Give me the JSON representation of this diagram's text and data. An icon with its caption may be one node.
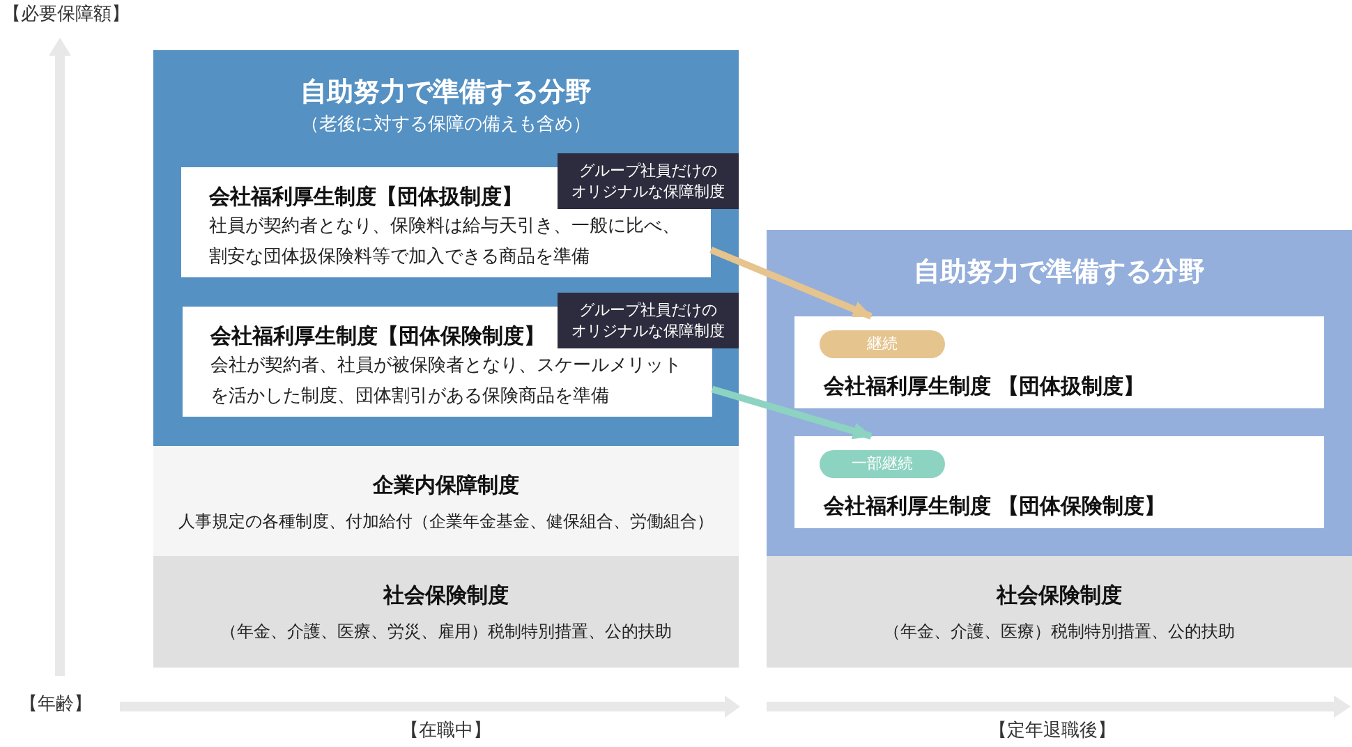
{
  "diagram": {
    "nodes": [
      {
        "text": [
          "自助努力で準備する分野",
          "（老後に対する保障の備えも含め）"
        ]
      },
      {
        "text": [
          "会社福利厚生制度【団体扱制度】",
          "社員が契約者となり、保険料は給与天引き、一般に比べ、割安な団体扱保険料等で加入できる商品を準備"
        ],
        "in": 0
      },
      {
        "text": [
          "グループ社員だけのオリジナルな保障制度"
        ],
        "in": 0
      },
      {
        "text": [
          "会社福利厚生制度【団体保険制度】",
          "会社が契約者、社員が被保険者となり、スケールメリットを活かした制度、団体割引がある保険商品を準備"
        ],
        "in": 0
      },
      {
        "text": [
          "グループ社員だけのオリジナルな保障制度"
        ],
        "in": 0
      },
      {
        "text": [
          "企業内保障制度",
          "人事規定の各種制度、付加給付（企業年金基金、健保組合、労働組合）"
        ]
      },
      {
        "text": [
          "社会保険制度",
          "（年金、介護、医療、労災、雇用）税制特別措置、公的扶助"
        ]
      },
      {
        "text": [
          "自助努力で準備する分野"
        ]
      },
      {
        "text": [
          "会社福利厚生制度 【団体扱制度】"
        ],
        "in": 7
      },
      {
        "text": [
          "継続"
        ],
        "in": 8
      },
      {
        "text": [
          "会社福利厚生制度 【団体保険制度】"
        ],
        "in": 7
      },
      {
        "text": [
          "一部継続"
        ],
        "in": 10
      },
      {
        "text": [
          "社会保険制度",
          "（年金、介護、医療）税制特別措置、公的扶助"
        ]
      }
    ],
    "edges": [
      {
        "from": 1,
        "to": 8,
        "arrow": "to",
        "color": "#e6c48d"
      },
      {
        "from": 3,
        "to": 10,
        "arrow": "to",
        "color": "#8dd3c1"
      }
    ],
    "labels": [
      "【必要保障額】",
      "【年齢】",
      "【在職中】",
      "【定年退職後】"
    ]
  }
}
